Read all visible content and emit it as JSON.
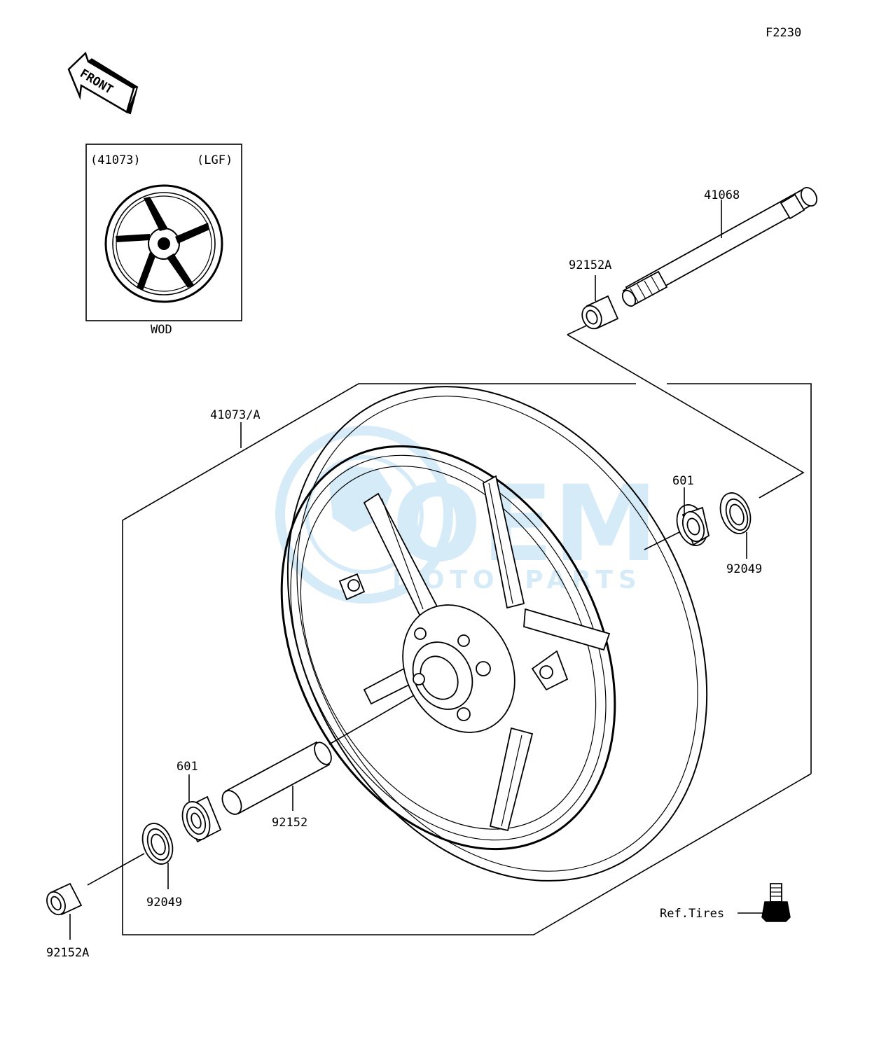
{
  "figure_code": "F2230",
  "direction_arrow": {
    "label": "FRONT",
    "icon": "front-direction-arrow-icon"
  },
  "inset": {
    "part_number": "(41073)",
    "variant": "(LGF)",
    "caption": "WOD"
  },
  "labels": {
    "axle": "41068",
    "collar_top": "92152A",
    "wheel": "41073/A",
    "bearing_right": "601",
    "seal_right": "92049",
    "bearing_left": "601",
    "spacer": "92152",
    "seal_left": "92049",
    "collar_bottom": "92152A",
    "valve_ref": "Ref.Tires"
  },
  "watermark": {
    "brand": "OEM",
    "sub": "MOTORPARTS",
    "color": "#4aa8e0"
  }
}
